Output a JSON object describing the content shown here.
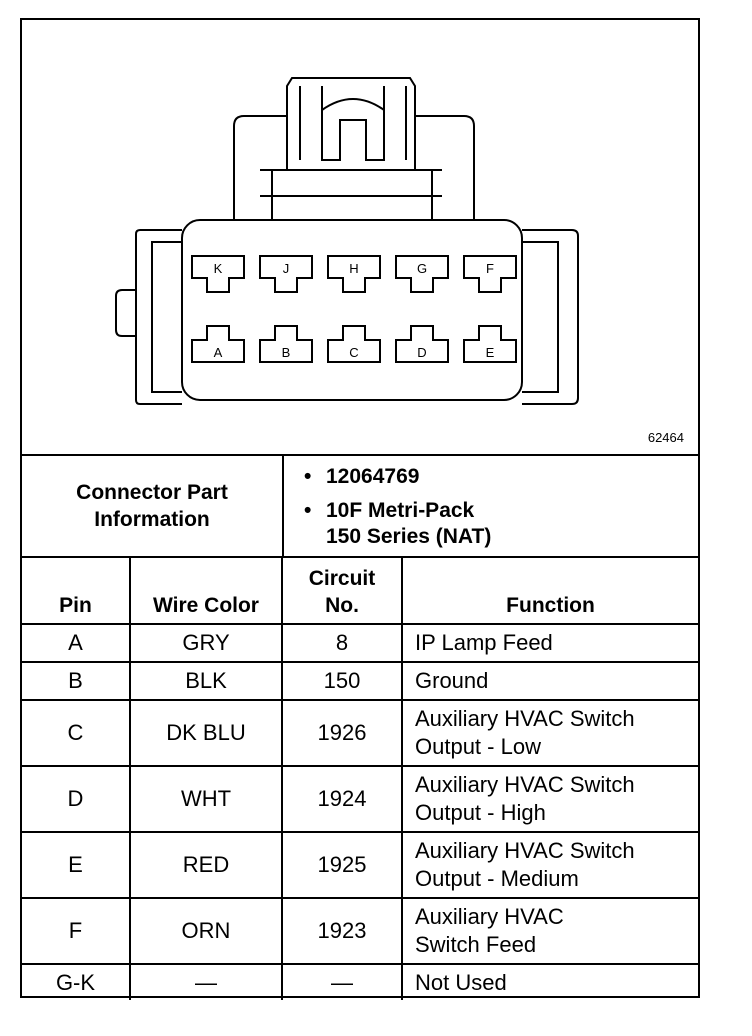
{
  "figure_id": "62464",
  "pins_top": [
    "K",
    "J",
    "H",
    "G",
    "F"
  ],
  "pins_bottom": [
    "A",
    "B",
    "C",
    "D",
    "E"
  ],
  "connector_info": {
    "label_line1": "Connector Part",
    "label_line2": "Information",
    "part_number": "12064769",
    "type_line1": "10F Metri-Pack",
    "type_line2": "150 Series (NAT)",
    "bullet": "•"
  },
  "table": {
    "headers": {
      "pin": "Pin",
      "wire_color": "Wire Color",
      "circuit_line1": "Circuit",
      "circuit_line2": "No.",
      "function": "Function"
    },
    "rows": [
      {
        "pin": "A",
        "wire": "GRY",
        "circuit": "8",
        "function": "IP Lamp Feed",
        "function2": ""
      },
      {
        "pin": "B",
        "wire": "BLK",
        "circuit": "150",
        "function": "Ground",
        "function2": ""
      },
      {
        "pin": "C",
        "wire": "DK BLU",
        "circuit": "1926",
        "function": "Auxiliary HVAC Switch",
        "function2": "Output - Low"
      },
      {
        "pin": "D",
        "wire": "WHT",
        "circuit": "1924",
        "function": "Auxiliary HVAC Switch",
        "function2": "Output - High"
      },
      {
        "pin": "E",
        "wire": "RED",
        "circuit": "1925",
        "function": "Auxiliary HVAC Switch",
        "function2": "Output - Medium"
      },
      {
        "pin": "F",
        "wire": "ORN",
        "circuit": "1923",
        "function": "Auxiliary HVAC",
        "function2": "Switch Feed"
      },
      {
        "pin": "G-K",
        "wire": "—",
        "circuit": "—",
        "function": "Not Used",
        "function2": ""
      }
    ]
  }
}
